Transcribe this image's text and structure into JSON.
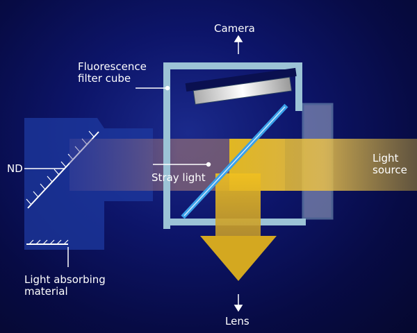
{
  "title": "Fluorescence filter cube stray light diagram",
  "labels": {
    "camera": "Camera",
    "filter_cube_line1": "Fluorescence",
    "filter_cube_line2": "filter cube",
    "nd": "ND",
    "stray_light": "Stray light",
    "light_source_line1": "Light",
    "light_source_line2": "source",
    "absorbing_line1": "Light absorbing",
    "absorbing_line2": "material",
    "lens": "Lens"
  },
  "colors": {
    "background": "#0a0f55",
    "housing": "#9cc3d6",
    "beam_yellow": "#f2c21a",
    "stray_beam": "#8a6a6a",
    "dichroic": "#3aa0e8"
  }
}
